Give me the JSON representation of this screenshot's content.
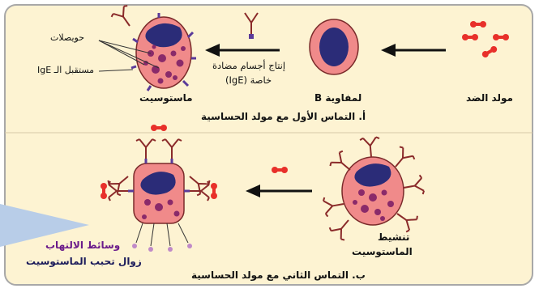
{
  "colors": {
    "background": "#fdf3d2",
    "frame": "#a8a8a8",
    "cell_fill": "#f08a8a",
    "cell_stroke": "#7a2a2a",
    "nucleus": "#2b2c78",
    "granule": "#8a2a6a",
    "antigen": "#e8302a",
    "ige": "#8a2a2a",
    "mediator_label": "#6a1a8a",
    "decor_shape": "#b8cde8"
  },
  "panel_a": {
    "antigen_label": "مولد الضد",
    "bcell_label": "لمفاوية B",
    "arrow_caption_line1": "إنتاج أجسام مضادة",
    "arrow_caption_line2": "خاصة (IgE)",
    "vesicles_label": "حويصلات",
    "receptor_label": "مستقبل الـ IgE",
    "mastocyte_label": "ماستوسيت",
    "caption": "أ. التماس الأول مع مولد الحساسية"
  },
  "panel_b": {
    "activation_line1": "تنشيط",
    "activation_line2": "الماستوسيت",
    "mediators_label": "وسائط الالتهاب",
    "degranulation_label": "زوال تحبب الماستوسيت",
    "caption": "ب. التماس الثاني مع مولد الحساسية"
  },
  "icons": [
    "antigen-icon",
    "b-cell-icon",
    "antibody-icon",
    "mastocyte-icon",
    "arrow-icon"
  ]
}
